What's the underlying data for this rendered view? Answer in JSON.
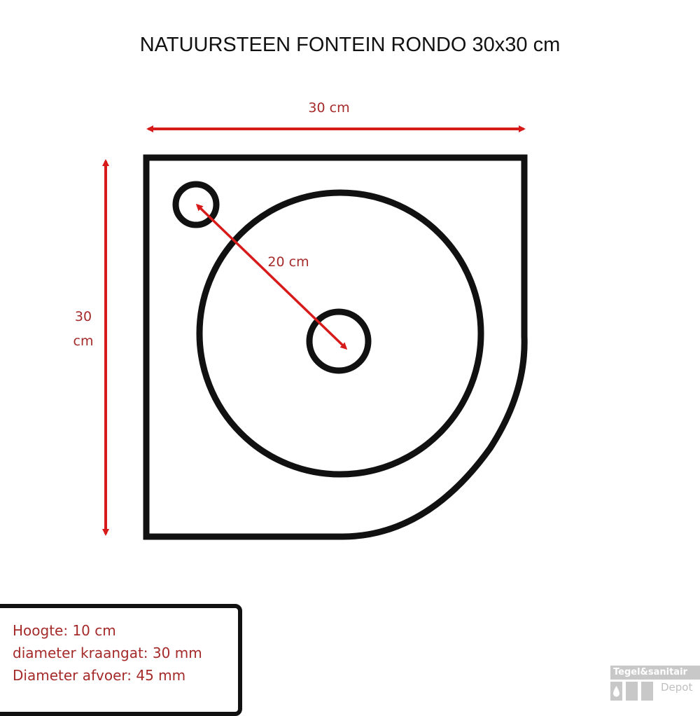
{
  "title": "NATUURSTEEN FONTEIN RONDO 30x30 cm",
  "dimensions": {
    "width_label": "30 cm",
    "height_label_line1": "30",
    "height_label_line2": "cm",
    "diagonal_label": "20 cm"
  },
  "specs": [
    "Hoogte: 10 cm",
    "diameter kraangat: 30 mm",
    "Diameter afvoer: 45 mm"
  ],
  "logo": {
    "brand_top": "Tegel&sanitair",
    "brand_bottom": "Depot"
  },
  "colors": {
    "dimension": "#d71a1a",
    "text_accent": "#a52a2a",
    "outline": "#111111"
  }
}
